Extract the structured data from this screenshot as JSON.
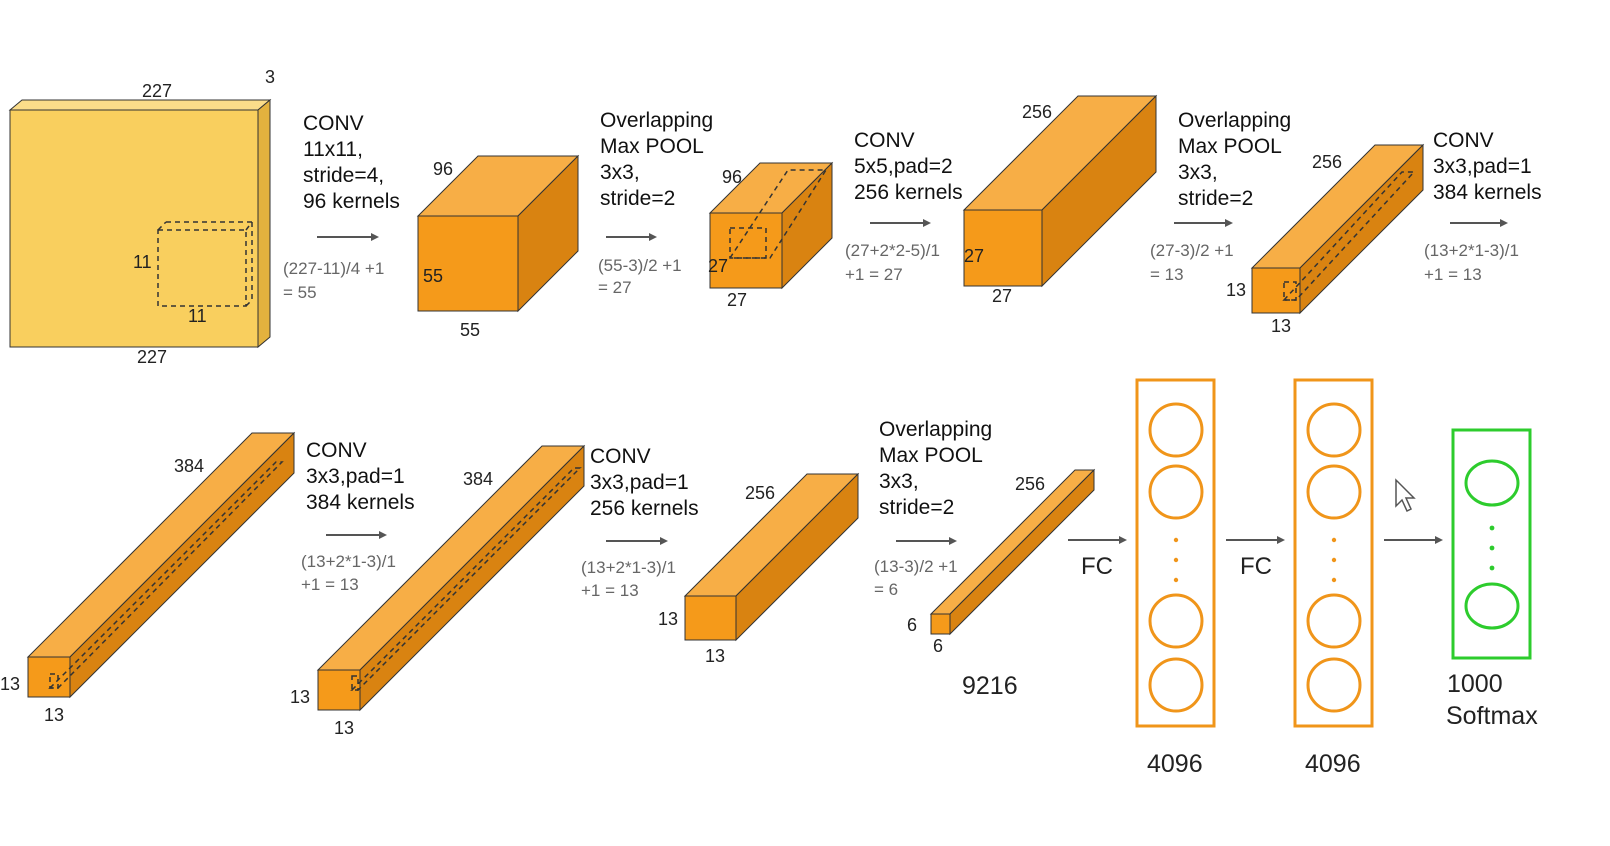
{
  "colors": {
    "input_front": "#F9CF5E",
    "input_top": "#FBDD8A",
    "input_side": "#E3B23E",
    "block_front": "#F59A1A",
    "block_top": "#F7AE46",
    "block_side": "#D98311",
    "fc_stroke": "#F0951A",
    "softmax_stroke": "#2DCC2D",
    "text": "#222222",
    "calc_text": "#666666"
  },
  "input": {
    "width_top": "227",
    "depth": "3",
    "height_left": "11",
    "kernel_bottom": "11",
    "width_bottom": "227"
  },
  "stages": {
    "conv1": {
      "lines": [
        "CONV",
        "11x11,",
        "stride=4,",
        "96 kernels"
      ],
      "calc": [
        "(227-11)/4 +1",
        "= 55"
      ]
    },
    "pool1": {
      "lines": [
        "Overlapping",
        "Max POOL",
        "3x3,",
        "stride=2"
      ],
      "calc": [
        "(55-3)/2 +1",
        "= 27"
      ]
    },
    "conv2": {
      "lines": [
        "CONV",
        "5x5,pad=2",
        "256 kernels"
      ],
      "calc": [
        "(27+2*2-5)/1",
        "+1  = 27"
      ]
    },
    "pool2": {
      "lines": [
        "Overlapping",
        "Max POOL",
        "3x3,",
        "stride=2"
      ],
      "calc": [
        "(27-3)/2 +1",
        "= 13"
      ]
    },
    "conv3": {
      "lines": [
        "CONV",
        "3x3,pad=1",
        "384 kernels"
      ],
      "calc": [
        "(13+2*1-3)/1",
        "+1  = 13"
      ]
    },
    "conv4": {
      "lines": [
        "CONV",
        "3x3,pad=1",
        "384 kernels"
      ],
      "calc": [
        "(13+2*1-3)/1",
        "+1  = 13"
      ]
    },
    "conv5": {
      "lines": [
        "CONV",
        "3x3,pad=1",
        "256 kernels"
      ],
      "calc": [
        "(13+2*1-3)/1",
        "+1  = 13"
      ]
    },
    "pool3": {
      "lines": [
        "Overlapping",
        "Max POOL",
        "3x3,",
        "stride=2"
      ],
      "calc": [
        "(13-3)/2 +1",
        "= 6"
      ]
    }
  },
  "blocks": {
    "b1": {
      "depth": "96",
      "front": "55",
      "bottom": "55"
    },
    "b2": {
      "depth": "96",
      "front": "27",
      "bottom": "27"
    },
    "b3": {
      "depth": "256",
      "front": "27",
      "bottom": "27"
    },
    "b4": {
      "depth": "256",
      "front": "13",
      "bottom": "13"
    },
    "b5": {
      "depth": "384",
      "front": "13",
      "bottom": "13"
    },
    "b6": {
      "depth": "384",
      "front": "13",
      "bottom": "13"
    },
    "b7": {
      "depth": "256",
      "front": "13",
      "bottom": "13"
    },
    "b8": {
      "depth": "256",
      "front": "6",
      "bottom": "6"
    }
  },
  "flatten_size": "9216",
  "fc_label_1": "FC",
  "fc_label_2": "FC",
  "fc1_size": "4096",
  "fc2_size": "4096",
  "output_size": "1000",
  "output_label": "Softmax"
}
